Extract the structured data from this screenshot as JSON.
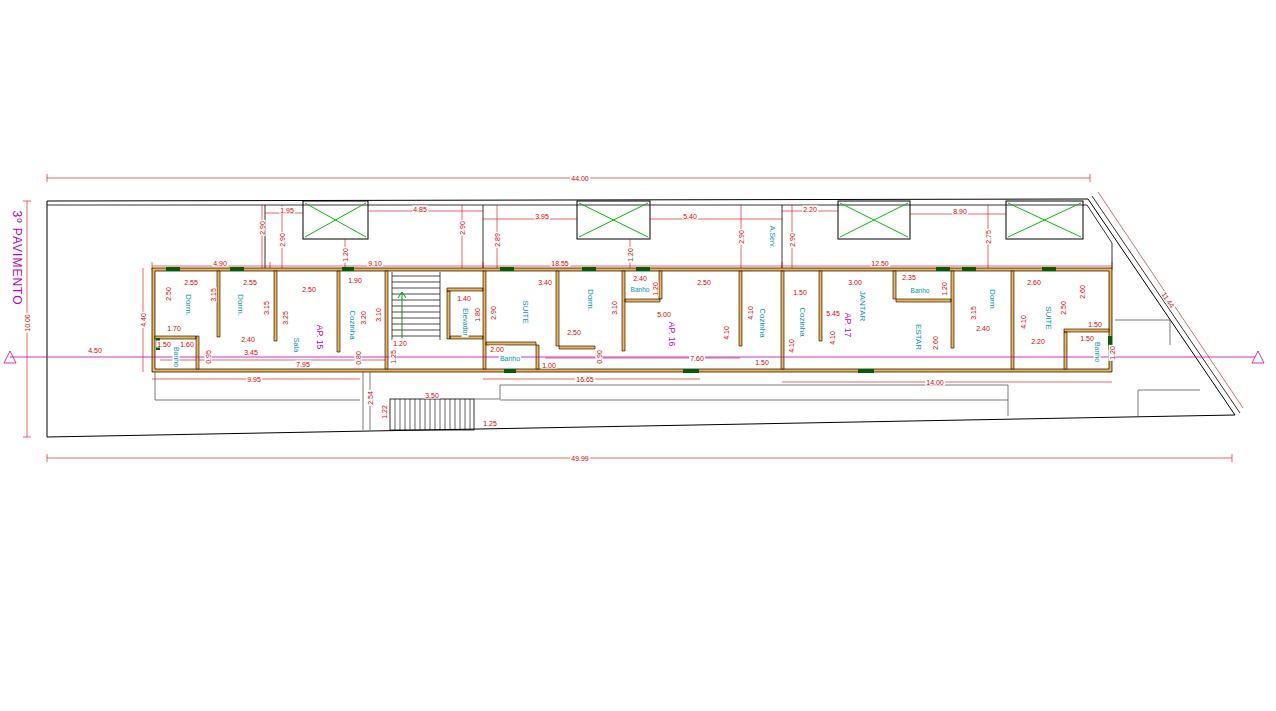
{
  "diagram": {
    "title": "3º PAVIMENTO",
    "nodes": [
      {
        "text": [
          "AP. 15"
        ]
      },
      {
        "text": [
          "Dorm."
        ],
        "in": 0
      },
      {
        "text": [
          "Dorm."
        ],
        "in": 0
      },
      {
        "text": [
          "Sala"
        ],
        "in": 0
      },
      {
        "text": [
          "Cozinha"
        ],
        "in": 0
      },
      {
        "text": [
          "Banho"
        ],
        "in": 0
      },
      {
        "text": [
          "Elevador"
        ]
      },
      {
        "text": [
          "AP. 16"
        ]
      },
      {
        "text": [
          "SUITE"
        ],
        "in": 7
      },
      {
        "text": [
          "Banho"
        ],
        "in": 7
      },
      {
        "text": [
          "Dorm."
        ],
        "in": 7
      },
      {
        "text": [
          "Banho"
        ],
        "in": 7
      },
      {
        "text": [
          "Cozinha"
        ],
        "in": 7
      },
      {
        "text": [
          "AP. 17"
        ]
      },
      {
        "text": [
          "Cozinha"
        ],
        "in": 13
      },
      {
        "text": [
          "JANTAR",
          "ESTAR"
        ],
        "in": 13
      },
      {
        "text": [
          "Banho"
        ],
        "in": 13
      },
      {
        "text": [
          "Dorm."
        ],
        "in": 13
      },
      {
        "text": [
          "SUITE"
        ],
        "in": 13
      },
      {
        "text": [
          "Banho"
        ],
        "in": 13
      }
    ],
    "labels": [
      "44.00",
      "49.99",
      "11.44",
      "10.00",
      "4.50",
      "4.40",
      "4.90",
      "9.10",
      "18.55",
      "12.50",
      "2.90",
      "2.90",
      "1.95",
      "4.85",
      "2.90",
      "2.89",
      "3.95",
      "5.40",
      "2.90",
      "2.20",
      "2.90",
      "8.90",
      "2.75",
      "1.20",
      "1.20",
      "2.50",
      "2.55",
      "3.15",
      "2.55",
      "3.15",
      "2.50",
      "3.25",
      "1.90",
      "3.20",
      "1.70",
      "1.50",
      "1.60",
      "0.95",
      "2.40",
      "3.45",
      "7.95",
      "3.10",
      "0.80",
      "9.95",
      "1.20",
      "1.25",
      "2.54",
      "1.22",
      "3.50",
      "1.25",
      "1.40",
      "1.80",
      "2.90",
      "3.40",
      "3.10",
      "2.50",
      "2.40",
      "1.20",
      "2.50",
      "5.00",
      "4.10",
      "4.10",
      "2.00",
      "1.00",
      "0.90",
      "7.60",
      "1.50",
      "16.65",
      "1.50",
      "3.00",
      "4.10",
      "4.10",
      "5.45",
      "2.35",
      "1.20",
      "2.60",
      "3.15",
      "2.40",
      "2.60",
      "4.10",
      "2.50",
      "2.20",
      "2.60",
      "1.50",
      "1.50",
      "1.20",
      "14.00",
      "A.Serv."
    ]
  }
}
